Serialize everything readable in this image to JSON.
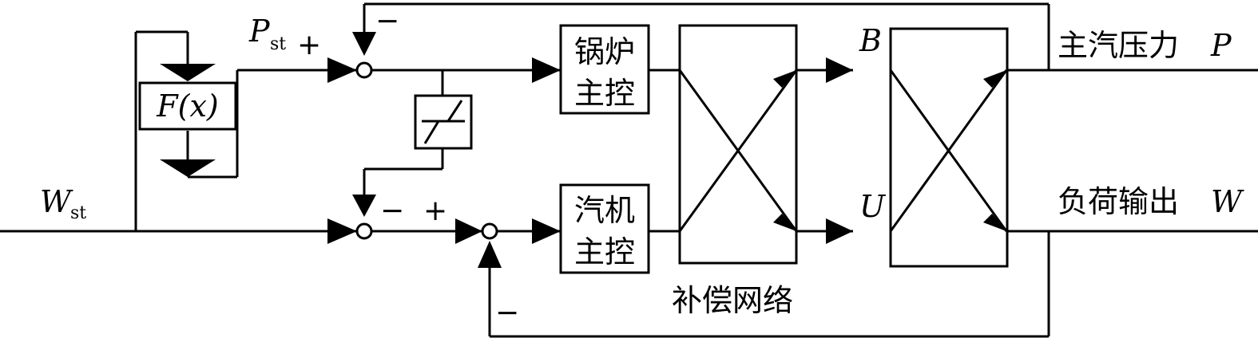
{
  "signals": {
    "w_st_main": "W",
    "w_st_sub": "st",
    "p_st_main": "P",
    "p_st_sub": "st",
    "b": "B",
    "u": "U",
    "p": "P",
    "w": "W"
  },
  "blocks": {
    "fx": "F(x)",
    "boiler_line1": "锅炉",
    "boiler_line2": "主控",
    "turbine_line1": "汽机",
    "turbine_line2": "主控"
  },
  "labels": {
    "main_steam_pressure": "主汽压力",
    "load_output": "负荷输出",
    "compensation_network": "补偿网络"
  },
  "signs": {
    "plus": "+",
    "minus": "−"
  }
}
